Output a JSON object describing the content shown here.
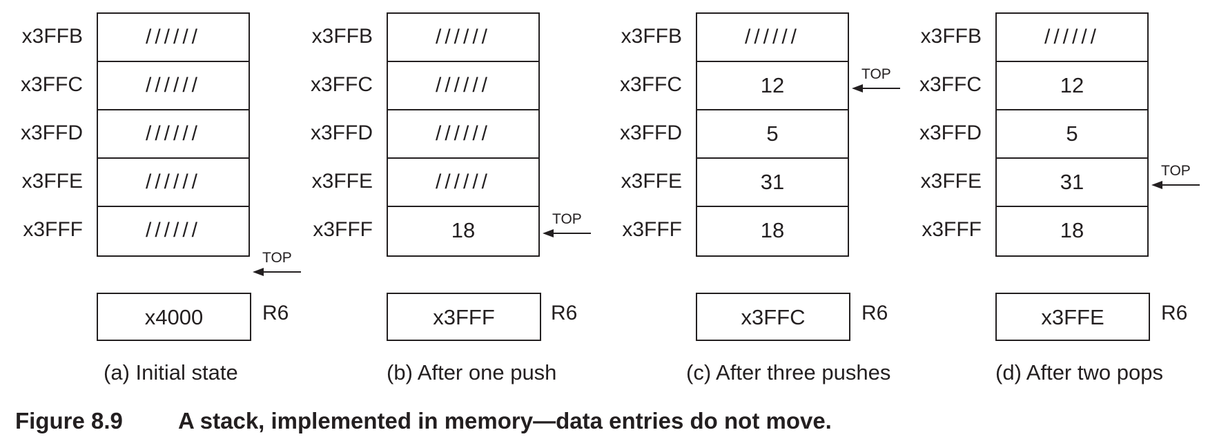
{
  "panels": [
    {
      "addresses": [
        "x3FFB",
        "x3FFC",
        "x3FFD",
        "x3FFE",
        "x3FFF"
      ],
      "cells": [
        "//////",
        "//////",
        "//////",
        "//////",
        "//////"
      ],
      "top_label": "TOP",
      "top_points_to": "x4000",
      "register_value": "x4000",
      "register_name": "R6",
      "caption": "(a) Initial state"
    },
    {
      "addresses": [
        "x3FFB",
        "x3FFC",
        "x3FFD",
        "x3FFE",
        "x3FFF"
      ],
      "cells": [
        "//////",
        "//////",
        "//////",
        "//////",
        "18"
      ],
      "top_label": "TOP",
      "top_points_to": "x3FFF",
      "register_value": "x3FFF",
      "register_name": "R6",
      "caption": "(b) After one push"
    },
    {
      "addresses": [
        "x3FFB",
        "x3FFC",
        "x3FFD",
        "x3FFE",
        "x3FFF"
      ],
      "cells": [
        "//////",
        "12",
        "5",
        "31",
        "18"
      ],
      "top_label": "TOP",
      "top_points_to": "x3FFC",
      "register_value": "x3FFC",
      "register_name": "R6",
      "caption": "(c) After three pushes"
    },
    {
      "addresses": [
        "x3FFB",
        "x3FFC",
        "x3FFD",
        "x3FFE",
        "x3FFF"
      ],
      "cells": [
        "//////",
        "12",
        "5",
        "31",
        "18"
      ],
      "top_label": "TOP",
      "top_points_to": "x3FFE",
      "register_value": "x3FFE",
      "register_name": "R6",
      "caption": "(d) After two pops"
    }
  ],
  "figure": {
    "number": "Figure 8.9",
    "title": "A stack, implemented in memory—data entries do not move."
  }
}
